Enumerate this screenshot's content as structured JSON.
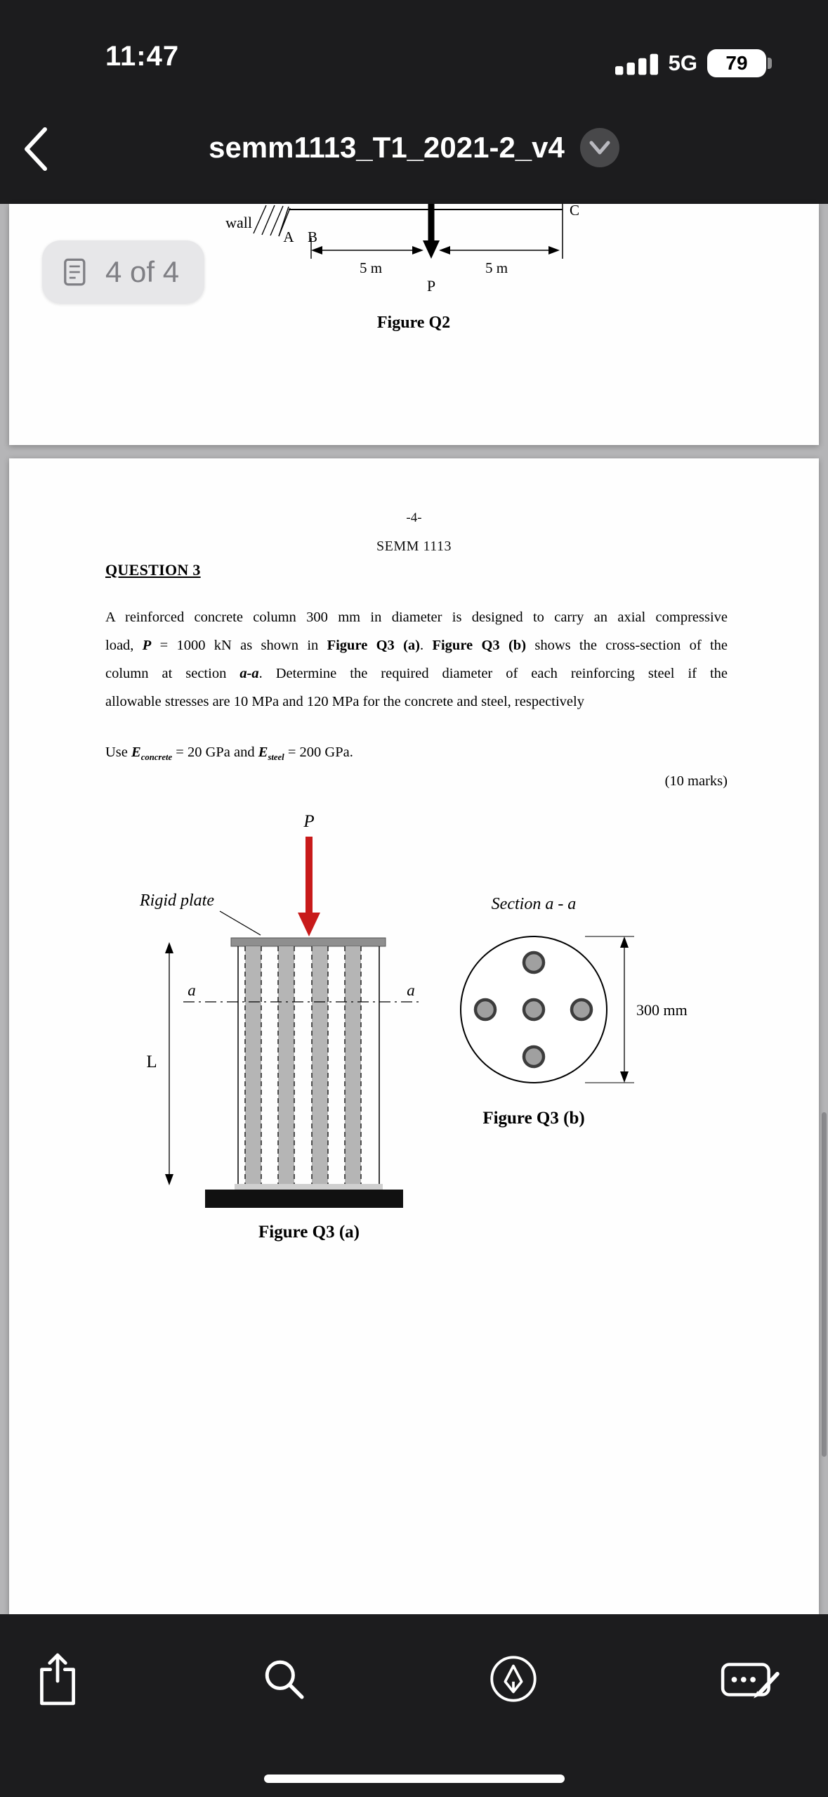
{
  "status_bar": {
    "time": "11:47",
    "network": "5G",
    "battery_percent": "79"
  },
  "nav": {
    "title": "semm1113_T1_2021-2_v4"
  },
  "page_indicator": {
    "label": "4 of 4"
  },
  "figure_q2": {
    "wall_label": "wall",
    "support_a": "A",
    "support_b": "B",
    "support_c": "C",
    "dim_left": "5 m",
    "dim_right": "5 m",
    "load_label": "P",
    "caption": "Figure Q2"
  },
  "page4": {
    "page_number": "-4-",
    "course_header": "SEMM 1113",
    "question_title": "QUESTION 3",
    "para": {
      "l1": "A reinforced concrete column 300 mm in diameter is designed to carry an axial compressive",
      "l2a": "load, ",
      "l2b": "P",
      "l2c": " = 1000 kN as shown in ",
      "l2d": "Figure Q3 (a)",
      "l2e": ". ",
      "l2f": "Figure Q3 (b)",
      "l2g": " shows the cross-section of the",
      "l3a": "column at section ",
      "l3b": "a-a",
      "l3c": ". Determine the required diameter of each reinforcing steel if the",
      "l4": "allowable stresses are 10 MPa and 120 MPa for the concrete and steel, respectively",
      "l5a": "Use ",
      "l5b": "E",
      "l5b_sub": "concrete",
      "l5c": " = 20 GPa and ",
      "l5d": "E",
      "l5d_sub": "steel",
      "l5e": " = 200 GPa."
    },
    "marks": "(10 marks)",
    "fig_q3a": {
      "load_label": "P",
      "rigid_plate_label": "Rigid plate",
      "section_a_left": "a",
      "section_a_right": "a",
      "length_label": "L",
      "caption": "Figure Q3 (a)"
    },
    "fig_q3b": {
      "title": "Section a - a",
      "diameter_label": "300 mm",
      "caption": "Figure Q3 (b)"
    }
  },
  "toolbar": {
    "icons": [
      "share",
      "search",
      "markup-pen",
      "fill-and-sign"
    ]
  },
  "colors": {
    "load_arrow_red": "#c81a1a",
    "chrome_bg": "#1c1c1e",
    "rebar_gray": "#b5b5b5"
  }
}
